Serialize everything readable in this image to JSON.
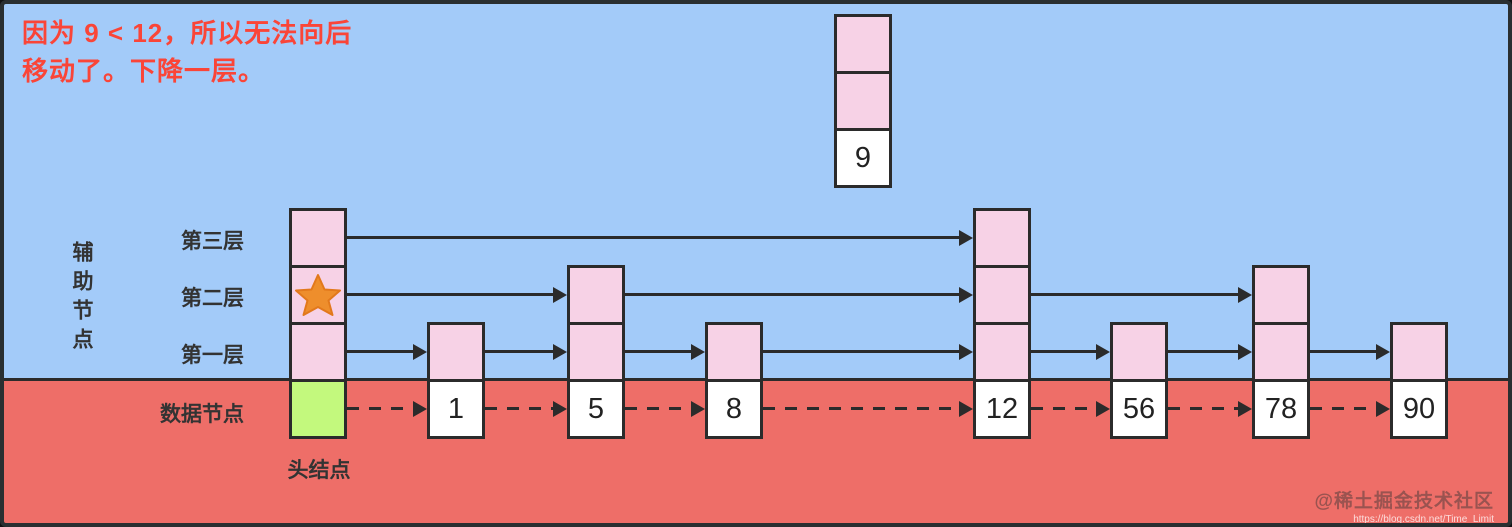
{
  "annotation": {
    "line1": "因为 9 < 12，所以无法向后",
    "line2": "移动了。下降一层。"
  },
  "legend": {
    "aux_label": "辅助节点",
    "layer3": "第三层",
    "layer2": "第二层",
    "layer1": "第一层",
    "data_label": "数据节点",
    "head_label": "头结点"
  },
  "floating_node": {
    "value": "9",
    "aux_cells": 2
  },
  "skiplist": {
    "head": {
      "levels": 3,
      "star_level": 2
    },
    "nodes": [
      {
        "value": "1",
        "levels": 1
      },
      {
        "value": "5",
        "levels": 2
      },
      {
        "value": "8",
        "levels": 1
      },
      {
        "value": "12",
        "levels": 3
      },
      {
        "value": "56",
        "levels": 1
      },
      {
        "value": "78",
        "levels": 2
      },
      {
        "value": "90",
        "levels": 1
      }
    ]
  },
  "watermark": {
    "brand": "@稀土掘金技术社区",
    "url": "https://blog.csdn.net/Time_Limit"
  },
  "colors": {
    "aux_region": "#a3cbf9",
    "data_region": "#ee6e68",
    "aux_cell": "#f7d2e6",
    "head_data_cell": "#c3f97d",
    "value_cell": "#ffffff",
    "stroke": "#2b2b2b",
    "annotation": "#fa4538",
    "star": "#ee8e2c"
  }
}
